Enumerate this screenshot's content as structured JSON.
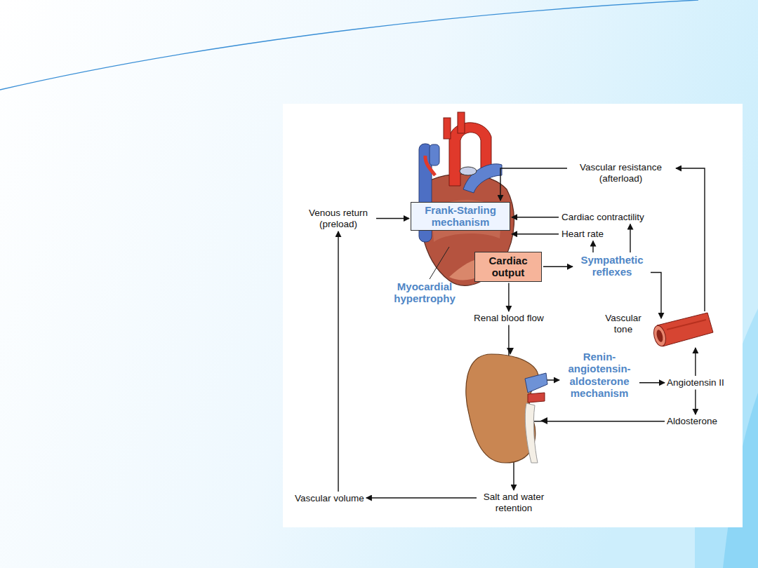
{
  "diagram": {
    "nodes": [
      {
        "text": [
          "Venous return (preload)"
        ]
      },
      {
        "text": [
          "Frank-Starling mechanism"
        ]
      },
      {
        "text": [
          "Vascular resistance (afterload)"
        ]
      },
      {
        "text": [
          "Cardiac contractility"
        ]
      },
      {
        "text": [
          "Heart rate"
        ]
      },
      {
        "text": [
          "Cardiac output"
        ]
      },
      {
        "text": [
          "Sympathetic reflexes"
        ]
      },
      {
        "text": [
          "Renal blood flow"
        ]
      },
      {
        "text": [
          "Vascular tone"
        ]
      },
      {
        "text": [
          "Renin-angiotensin-aldosterone mechanism"
        ]
      },
      {
        "text": [
          "Angiotensin II"
        ]
      },
      {
        "text": [
          "Aldosterone"
        ]
      },
      {
        "text": [
          "Salt and water retention"
        ]
      },
      {
        "text": [
          "Vascular volume"
        ]
      }
    ],
    "edges": [
      {
        "from": 0,
        "to": 1,
        "arrow": "to"
      },
      {
        "from": 3,
        "to": 1,
        "arrow": "to"
      },
      {
        "from": 4,
        "to": 1,
        "arrow": "to"
      },
      {
        "from": 2,
        "to": 1,
        "arrow": "to"
      },
      {
        "from": 5,
        "to": 6,
        "arrow": "to"
      },
      {
        "from": 6,
        "to": 4,
        "arrow": "to"
      },
      {
        "from": 6,
        "to": 3,
        "arrow": "to"
      },
      {
        "from": 6,
        "to": 8,
        "arrow": "to"
      },
      {
        "from": 8,
        "to": 2,
        "arrow": "to"
      },
      {
        "from": 5,
        "to": 7,
        "arrow": "to"
      },
      {
        "from": 7,
        "to": 9,
        "arrow": "to"
      },
      {
        "from": 9,
        "to": 10,
        "arrow": "to"
      },
      {
        "from": 10,
        "to": 11,
        "arrow": "to"
      },
      {
        "from": 10,
        "to": 8,
        "arrow": "to"
      },
      {
        "from": 11,
        "to": 12,
        "arrow": "to"
      },
      {
        "from": 12,
        "to": 13,
        "arrow": "to"
      },
      {
        "from": 13,
        "to": 0,
        "arrow": "to"
      }
    ],
    "labels": [
      "Myocardial hypertrophy"
    ]
  }
}
